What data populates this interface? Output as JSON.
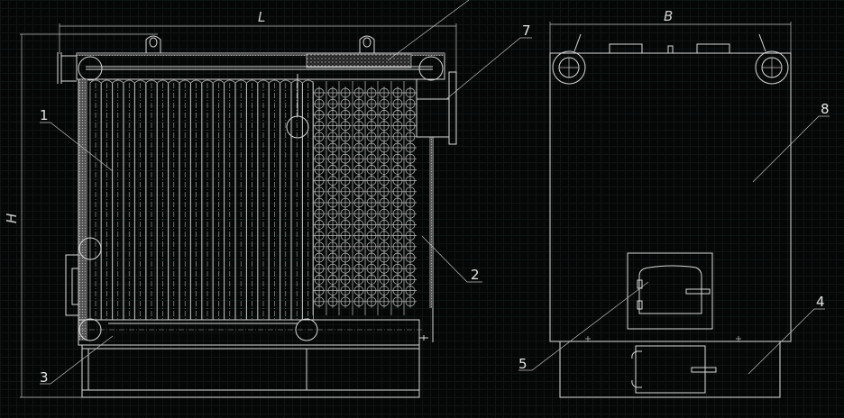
{
  "drawing": {
    "dimensions": {
      "length": "L",
      "height": "H",
      "width": "B"
    },
    "callouts": [
      "1",
      "2",
      "3",
      "4",
      "5",
      "7",
      "8"
    ],
    "colors": {
      "background": "#050606",
      "line": "#d8d8d8",
      "grid": "#0f1514"
    }
  }
}
